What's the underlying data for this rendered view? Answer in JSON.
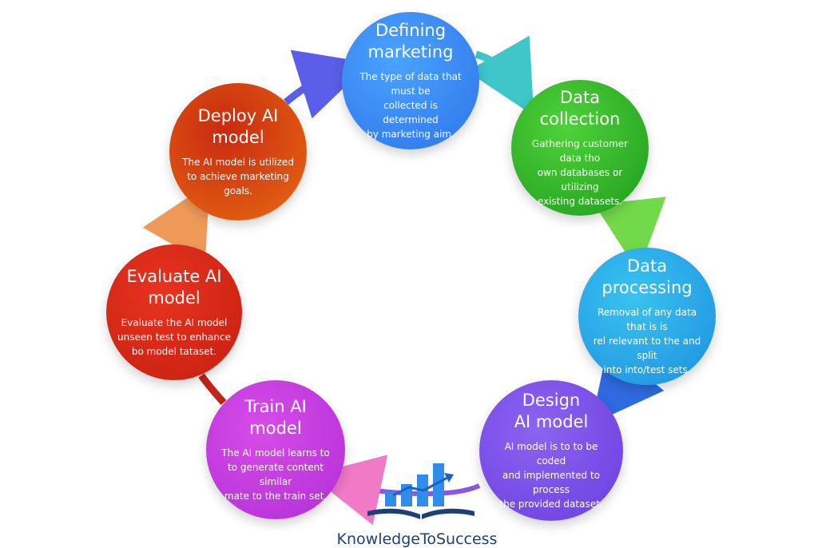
{
  "diagram": {
    "nodes": [
      {
        "id": "define",
        "title": "Defining\nmarketing",
        "desc": "The type of data that must be\ncollected is determined\nby marketing aim."
      },
      {
        "id": "collect",
        "title": "Data\ncollection",
        "desc": "Gathering customer data tho\nown databases or utilizing\nexisting datasets."
      },
      {
        "id": "process",
        "title": "Data\nprocessing",
        "desc": "Removal of any data that is is\nrel relevant to the and split\ninto into/test sets."
      },
      {
        "id": "design",
        "title": "Design\nAI model",
        "desc": "AI model is to to be coded\nand implemented to process\nthe provided dataset."
      },
      {
        "id": "train",
        "title": "Train AI\nmodel",
        "desc": "The AI model learns to\nto generate content similar\nmate to the train set."
      },
      {
        "id": "evaluate",
        "title": "Evaluate AI\nmodel",
        "desc": "Evaluate the AI model\nunseen test to enhance\nbo model tataset."
      },
      {
        "id": "deploy",
        "title": "Deploy AI\nmodel",
        "desc": "The AI model is utilized\nto achieve marketing\ngoals."
      }
    ],
    "colors": {
      "define": "#3a8cf5",
      "collect": "#2fb52a",
      "process": "#2aa8ea",
      "design": "#7a4ee8",
      "train": "#c63ade",
      "evaluate": "#d8291a",
      "deploy": "#d9480f",
      "brand": "#1f3f7a"
    }
  },
  "brand": {
    "name": "KnowledgeToSuccess",
    "logo_icon": "book-bar-chart-icon"
  }
}
